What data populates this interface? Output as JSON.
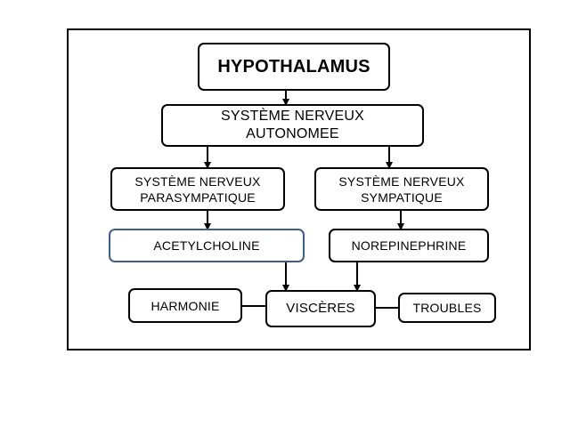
{
  "diagram": {
    "nodes": {
      "hypothalamus": "HYPOTHALAMUS",
      "autonomic_line1": "SYSTÈME NERVEUX",
      "autonomic_line2": "AUTONOMEE",
      "parasympathetic_line1": "SYSTÈME NERVEUX",
      "parasympathetic_line2": "PARASYMPATIQUE",
      "sympathetic_line1": "SYSTÈME NERVEUX",
      "sympathetic_line2": "SYMPATIQUE",
      "acetylcholine": "ACETYLCHOLINE",
      "norepinephrine": "NOREPINEPHRINE",
      "harmony": "HARMONIE",
      "viscera": "VISCÈRES",
      "disorders": "TROUBLES"
    },
    "colors": {
      "line": "#000000",
      "highlight_border": "#3b5f8a"
    }
  }
}
